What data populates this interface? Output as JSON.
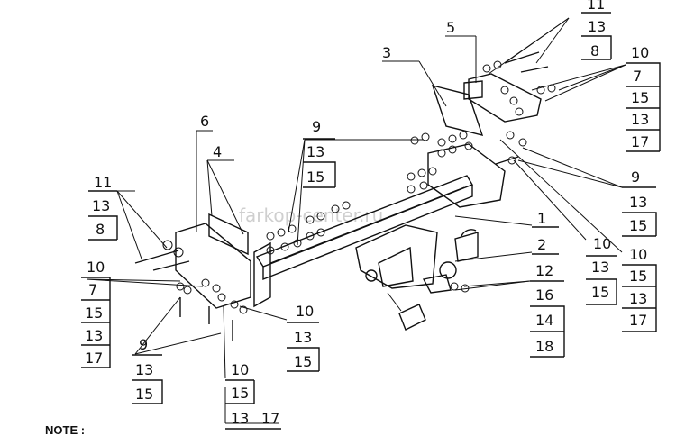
{
  "watermark": "farkop-center.ru",
  "note": "NOTE :",
  "callouts": {
    "c11_top": [
      "11",
      "13",
      "8"
    ],
    "c5": "5",
    "c3": "3",
    "c10_right": [
      "10",
      "7",
      "15",
      "13",
      "17"
    ],
    "c9_mid": [
      "9",
      "13",
      "15"
    ],
    "c6": "6",
    "c4": "4",
    "c9_right": [
      "9",
      "13",
      "15"
    ],
    "c11_left": [
      "11",
      "13",
      "8"
    ],
    "c1": "1",
    "c2": "2",
    "c12": [
      "12",
      "16",
      "14",
      "18"
    ],
    "c10_mid": [
      "10",
      "13",
      "15"
    ],
    "c10_far": [
      "10",
      "15",
      "13",
      "17"
    ],
    "c10_left": [
      "10",
      "7",
      "15",
      "13",
      "17"
    ],
    "c10_low": [
      "10",
      "13",
      "15"
    ],
    "c9_left": [
      "9",
      "13",
      "15"
    ],
    "c10_bottom": [
      "10",
      "15"
    ],
    "c13_17": [
      "13",
      "17"
    ]
  }
}
